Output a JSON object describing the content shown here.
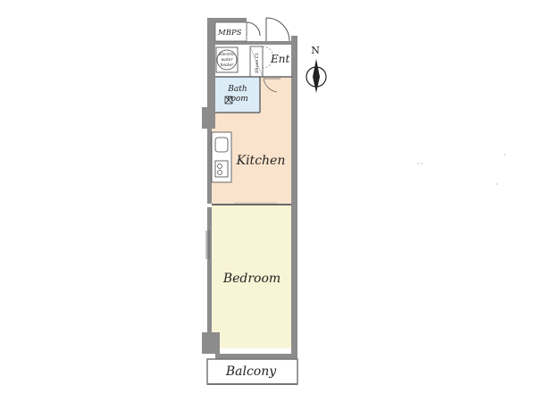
{
  "rooms": {
    "mbps": "MBPS",
    "electric_water_heater": [
      "Electric",
      "water",
      "heater"
    ],
    "shoes_closet": "Shoes Cl.",
    "entrance": "Ent",
    "bathroom": [
      "Bath",
      "room"
    ],
    "kitchen": "Kitchen",
    "bedroom": "Bedroom",
    "balcony": "Balcony"
  },
  "compass": {
    "north": "N"
  },
  "colors": {
    "wall": "#8c8c8c",
    "kitchen_floor": "#f9e3cc",
    "bedroom_floor": "#f8f4d6",
    "bathroom_floor": "#dcecf7",
    "balcony_floor": "#ffffff"
  }
}
